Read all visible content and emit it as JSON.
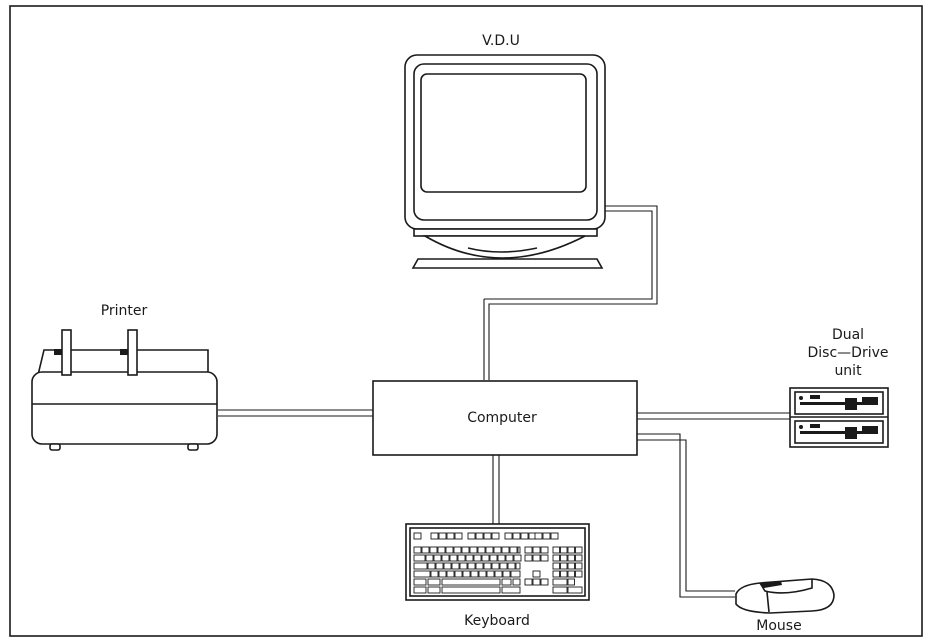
{
  "diagram": {
    "labels": {
      "vdu": "V.D.U",
      "printer": "Printer",
      "computer": "Computer",
      "disc_line1": "Dual",
      "disc_line2": "Disc—Drive",
      "disc_line3": "unit",
      "keyboard": "Keyboard",
      "mouse": "Mouse"
    },
    "components": [
      {
        "id": "vdu",
        "type": "monitor"
      },
      {
        "id": "printer",
        "type": "printer"
      },
      {
        "id": "computer",
        "type": "box"
      },
      {
        "id": "disc-drive",
        "type": "dual-floppy"
      },
      {
        "id": "keyboard",
        "type": "keyboard"
      },
      {
        "id": "mouse",
        "type": "mouse"
      }
    ],
    "connections": [
      {
        "from": "computer",
        "to": "vdu"
      },
      {
        "from": "computer",
        "to": "printer"
      },
      {
        "from": "computer",
        "to": "disc-drive"
      },
      {
        "from": "computer",
        "to": "keyboard"
      },
      {
        "from": "computer",
        "to": "mouse"
      }
    ]
  }
}
